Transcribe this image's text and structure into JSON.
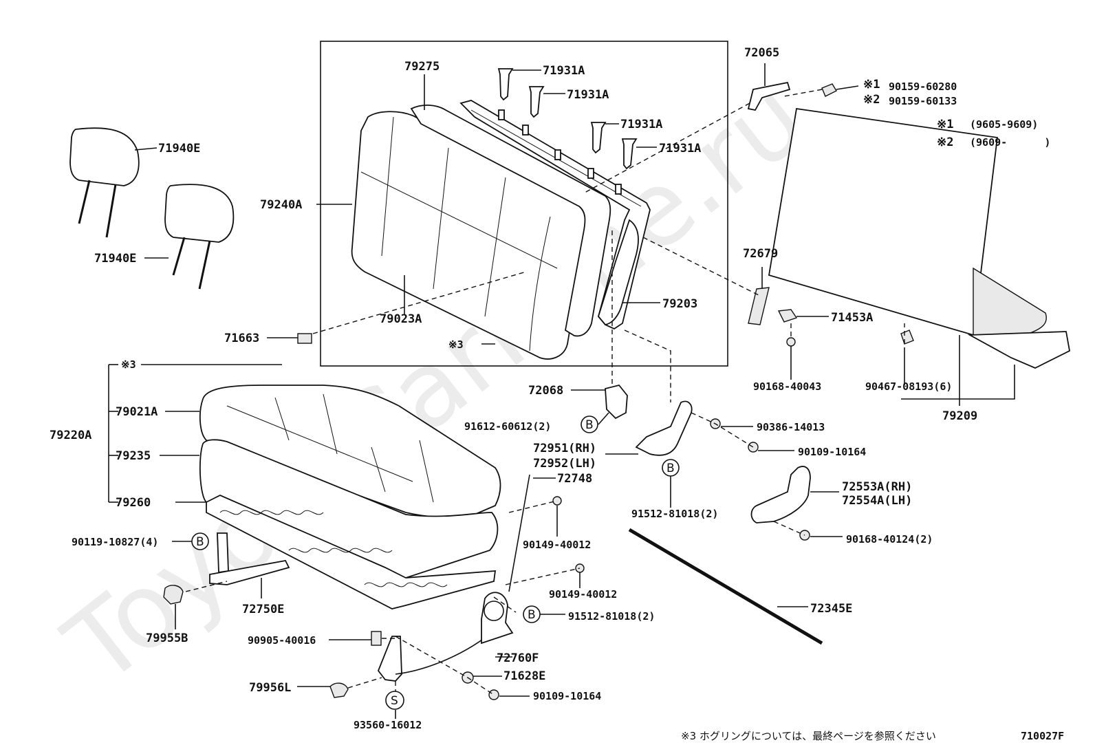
{
  "watermark": "ToyotaCarMine.ru",
  "diagram_code": "710027F",
  "footnote": "※3 ホグリングについては、最終ページを参照ください",
  "legend": {
    "mark1": "※1",
    "mark2": "※2",
    "range1": "(9605-9609)",
    "range2": "(9609-      )"
  },
  "callouts": {
    "b": "B",
    "s": "S",
    "note3": "※3"
  },
  "parts": {
    "p79275": "79275",
    "p71931a_1": "71931A",
    "p71931a_2": "71931A",
    "p71931a_3": "71931A",
    "p71931a_4": "71931A",
    "p72065": "72065",
    "p90159_60280": "90159-60280",
    "p90159_60133": "90159-60133",
    "p71940e_1": "71940E",
    "p71940e_2": "71940E",
    "p79240a": "79240A",
    "p79023a": "79023A",
    "p79203": "79203",
    "p72679": "72679",
    "p71453a": "71453A",
    "p71663": "71663",
    "p90168_40043": "90168-40043",
    "p90467_08193": "90467-08193(6)",
    "p79209": "79209",
    "p79220a": "79220A",
    "p79021a": "79021A",
    "p79235": "79235",
    "p79260": "79260",
    "p72068": "72068",
    "p91612_60612": "91612-60612(2)",
    "p90386_14013": "90386-14013",
    "p90109_10164_a": "90109-10164",
    "p72951": "72951(RH)",
    "p72952": "72952(LH)",
    "p72748": "72748",
    "p72553a": "72553A(RH)",
    "p72554a": "72554A(LH)",
    "p91512_81018_a": "91512-81018(2)",
    "p90149_40012_a": "90149-40012",
    "p90168_40124": "90168-40124(2)",
    "p90119_10827": "90119-10827(4)",
    "p90149_40012_b": "90149-40012",
    "p72750e": "72750E",
    "p91512_81018_b": "91512-81018(2)",
    "p72345e": "72345E",
    "p79955b": "79955B",
    "p90905_40016": "90905-40016",
    "p72760f": "72760F",
    "p71628e": "71628E",
    "p79956l": "79956L",
    "p90109_10164_b": "90109-10164",
    "p93560_16012": "93560-16012"
  }
}
